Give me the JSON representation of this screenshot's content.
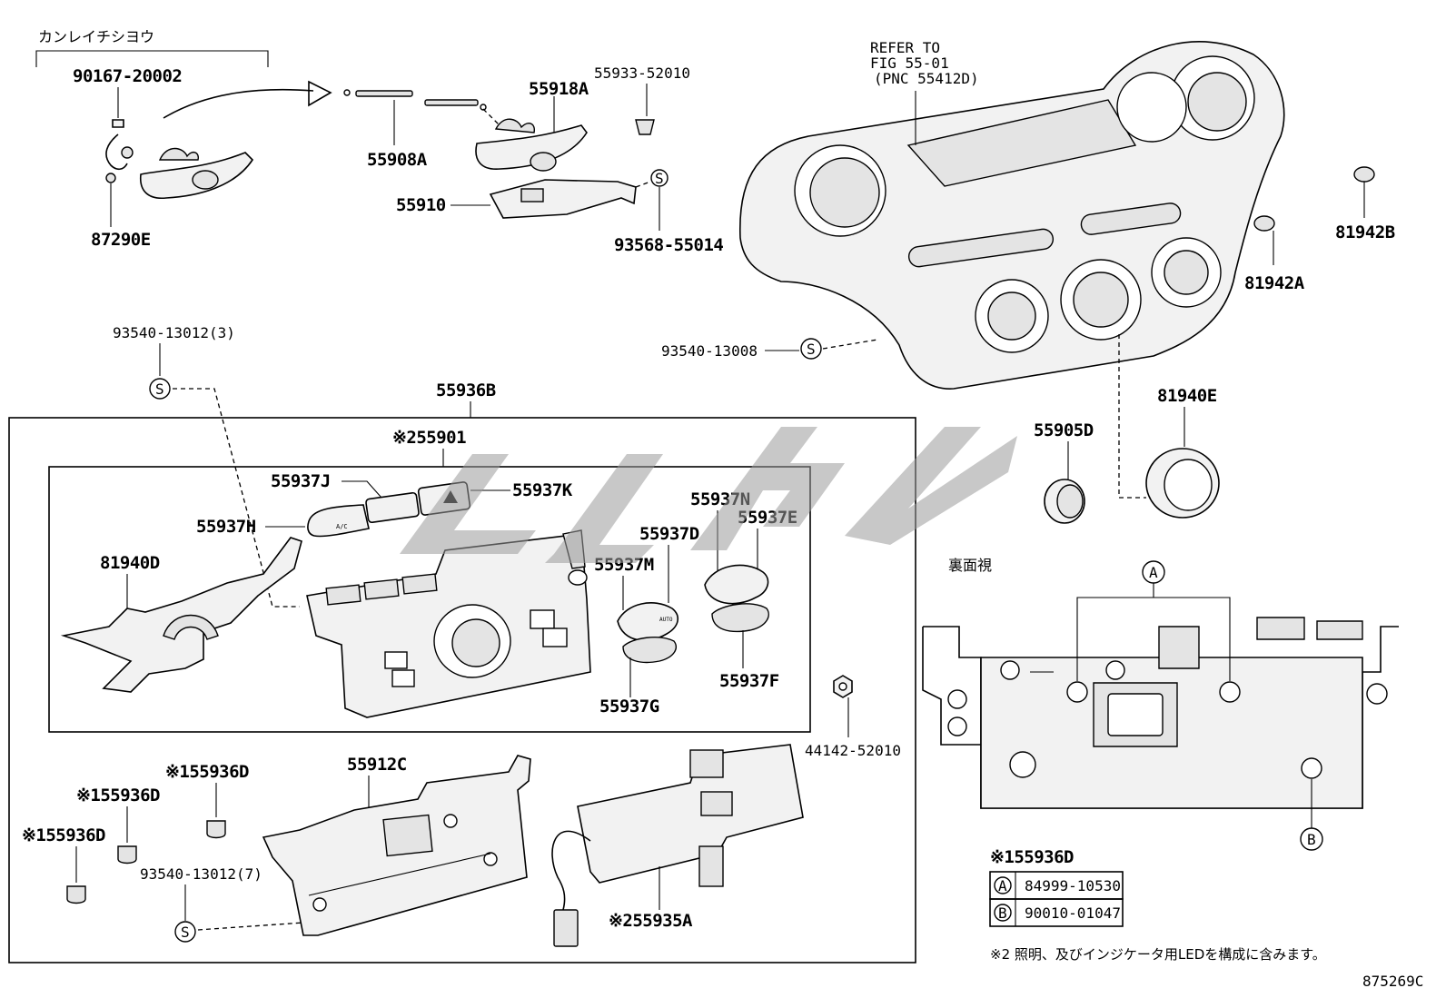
{
  "header": {
    "kanreichishiyou": "カンレイチシヨウ"
  },
  "labels": {
    "p90167": "90167-20002",
    "p87290E": "87290E",
    "p55908A": "55908A",
    "p55918A": "55918A",
    "p55933": "55933-52010",
    "p55910": "55910",
    "p93568": "93568-55014",
    "refer1": "REFER TO",
    "refer2": "FIG 55-01",
    "refer3": "(PNC 55412D)",
    "p81942B": "81942B",
    "p81942A": "81942A",
    "p93540_13008": "93540-13008",
    "p93540_13012_3": "93540-13012(3)",
    "p55936B": "55936B",
    "p55901": "※255901",
    "p55937J": "55937J",
    "p55937K": "55937K",
    "p55937H": "55937H",
    "p81940D": "81940D",
    "p55937N": "55937N",
    "p55937D": "55937D",
    "p55937E": "55937E",
    "p55937M": "55937M",
    "p55937F": "55937F",
    "p55937G": "55937G",
    "p81940E": "81940E",
    "p55905D": "55905D",
    "p44142": "44142-52010",
    "p55912C": "55912C",
    "p55936D_1": "※155936D",
    "p55936D_2": "※155936D",
    "p55936D_3": "※155936D",
    "p93540_13012_7": "93540-13012(7)",
    "p55935A": "※255935A",
    "rear_view": "裏面視",
    "marker_a": "A",
    "marker_b": "B",
    "s_mark": "S",
    "btn_ac": "A/C",
    "btn_auto": "AUTO"
  },
  "legend": {
    "title": "※155936D",
    "rows": [
      {
        "key": "A",
        "value": "84999-10530"
      },
      {
        "key": "B",
        "value": "90010-01047"
      }
    ]
  },
  "footnote": "※2 照明、及びインジケータ用LEDを構成に含みます。",
  "figure_id": "875269C"
}
